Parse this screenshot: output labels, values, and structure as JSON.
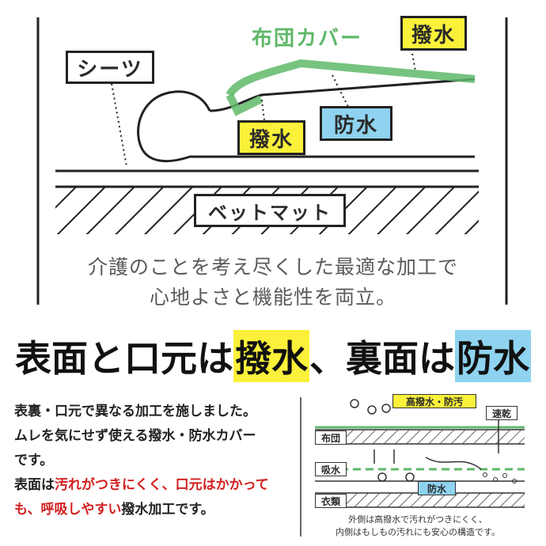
{
  "illustration": {
    "futon_cover_label": "布団カバー",
    "sheets_label": "シーツ",
    "bed_mat_label": "ベットマット",
    "tag_top_right": "撥水",
    "tag_center_left": "撥水",
    "tag_center_right": "防水",
    "caption_line1": "介護のことを考え尽くした最適な加工で",
    "caption_line2": "心地よさと機能性を両立。"
  },
  "headline": {
    "part1": "表面と口元は",
    "part2": "撥水",
    "part3": "、裏面は",
    "part4": "防水"
  },
  "description": {
    "line1": "表裏・口元で異なる加工を施しました。",
    "line2": "ムレを気にせず使える撥水・防水カバー",
    "line3": "です。",
    "line4_a": "表面は",
    "line4_b": "汚れがつきにくく、口元はかかって",
    "line5_a": "も、呼吸しやすい",
    "line5_b": "撥水加工です。"
  },
  "diagram": {
    "high_repellent": "高撥水・防汚",
    "quick_dry": "速乾",
    "futon": "布団",
    "absorb": "吸水",
    "waterproof": "防水",
    "clothes": "衣類",
    "caption_line1": "外側は高撥水で汚れがつきにくく、",
    "caption_line2": "内側はもしもの汚れにも安心の構造です。"
  },
  "colors": {
    "yellow": "#fbf13a",
    "blue": "#8fd3f0",
    "green": "#5fb86a",
    "red": "#d21f1f"
  }
}
